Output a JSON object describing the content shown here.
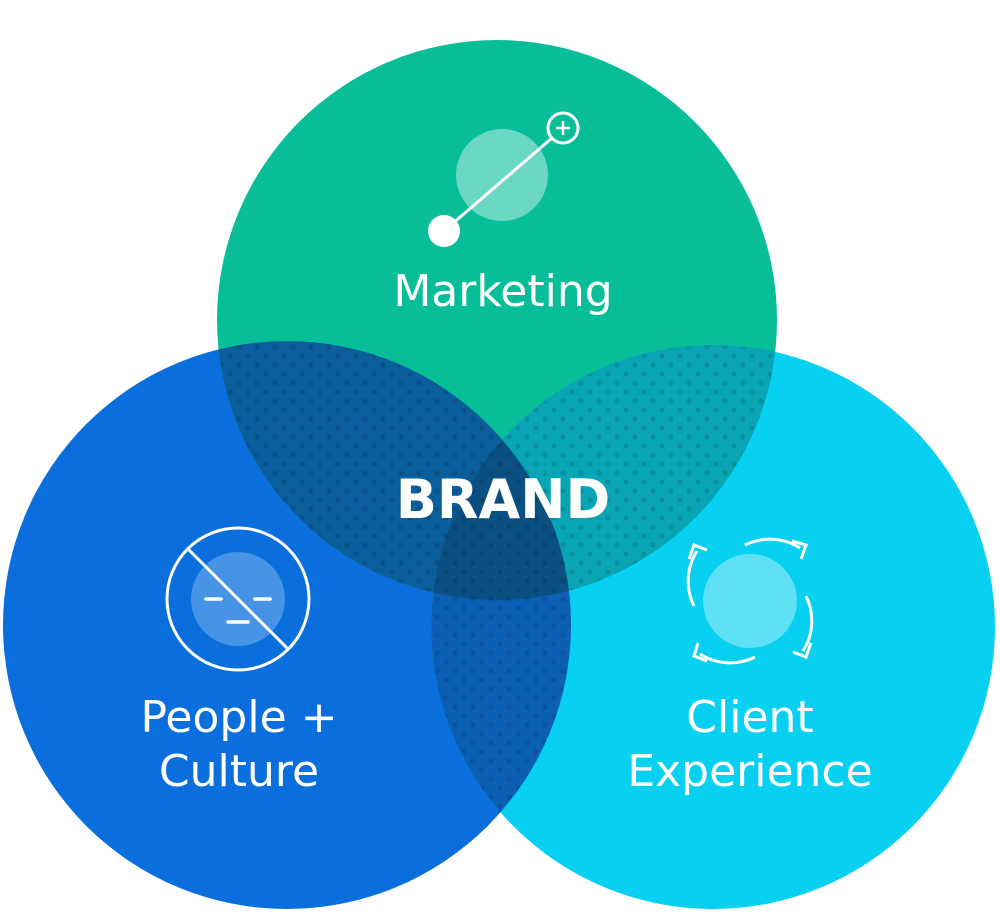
{
  "diagram": {
    "center": {
      "label": "BRAND"
    },
    "circles": [
      {
        "id": "marketing",
        "label_lines": [
          "Marketing"
        ],
        "icon": "connect-line-plus-icon",
        "color": "#07BE99"
      },
      {
        "id": "people-culture",
        "label_lines": [
          "People +",
          "Culture"
        ],
        "icon": "no-neutral-face-icon",
        "color": "#0A6FDC"
      },
      {
        "id": "client-experience",
        "label_lines": [
          "Client",
          "Experience"
        ],
        "icon": "refresh-cycle-icon",
        "color": "#08D0F0"
      }
    ],
    "overlap_colors": {
      "marketing_people": "#0A5E9C",
      "marketing_client": "#09A5B4",
      "people_client": "#0B5FB5",
      "center": "#0A5082"
    }
  }
}
